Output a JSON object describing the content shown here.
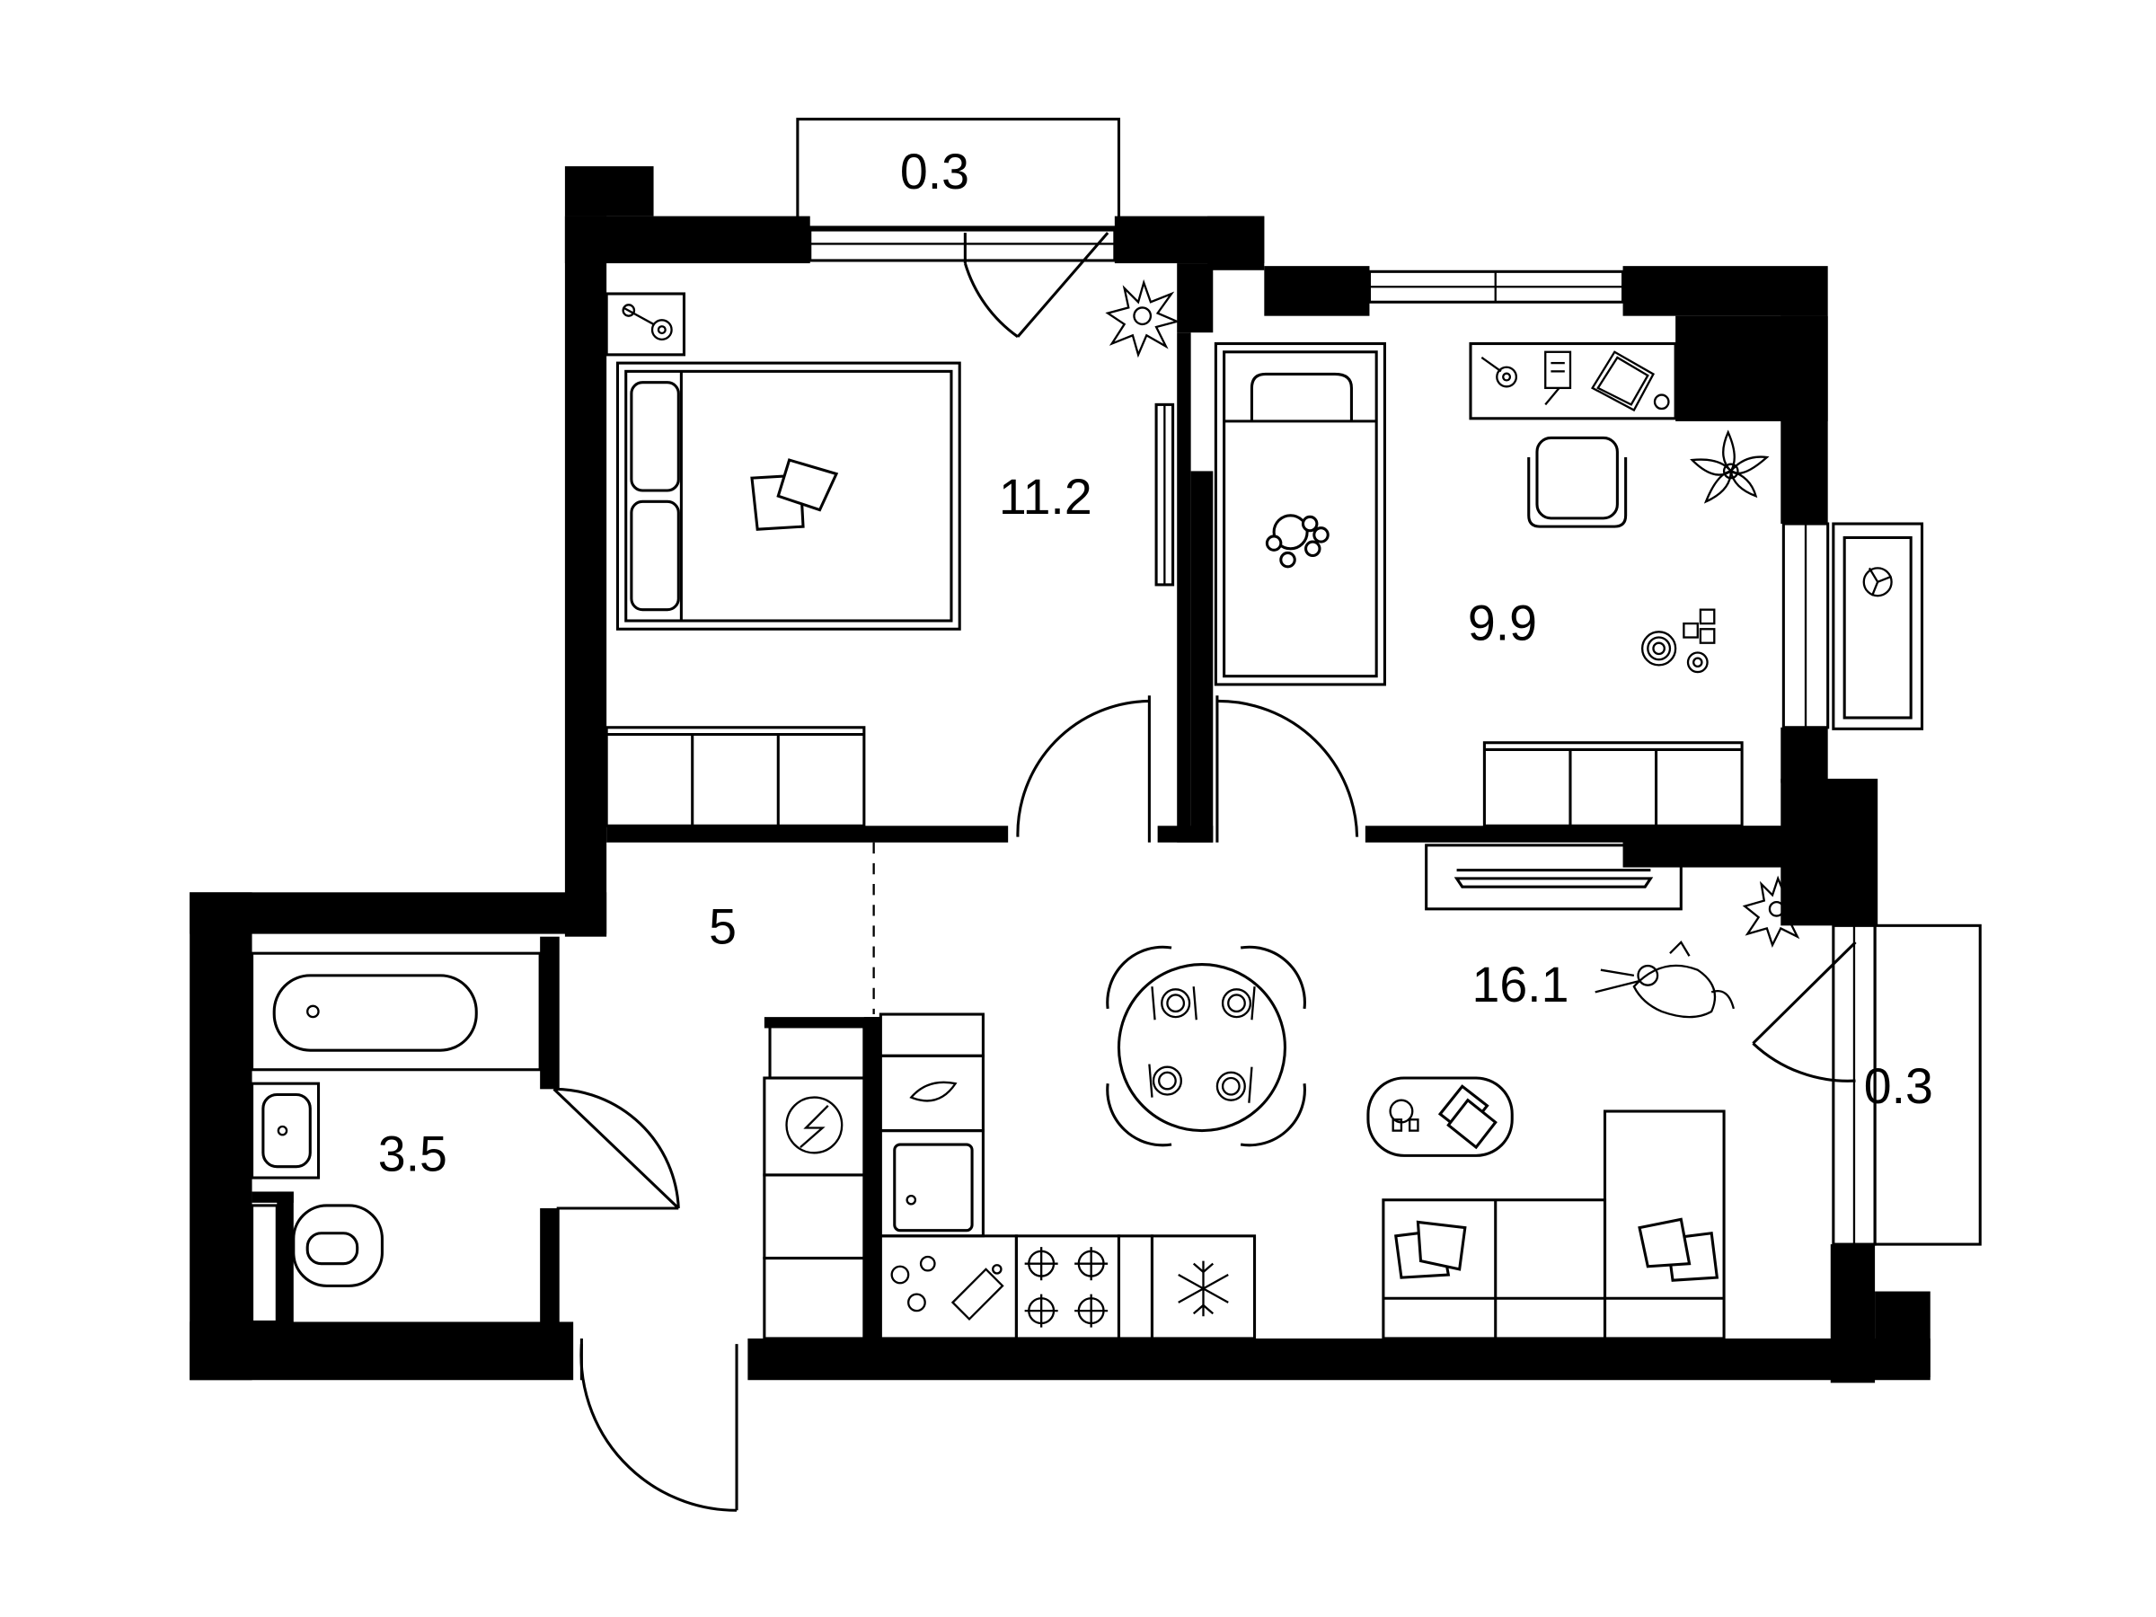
{
  "floorplan": {
    "rooms": [
      {
        "id": "bedroom",
        "area": "11.2"
      },
      {
        "id": "childroom",
        "area": "9.9"
      },
      {
        "id": "hallway",
        "area": "5"
      },
      {
        "id": "bathroom",
        "area": "3.5"
      },
      {
        "id": "living-kitchen",
        "area": "16.1"
      },
      {
        "id": "balcony-top",
        "area": "0.3"
      },
      {
        "id": "balcony-right",
        "area": "0.3"
      }
    ]
  }
}
